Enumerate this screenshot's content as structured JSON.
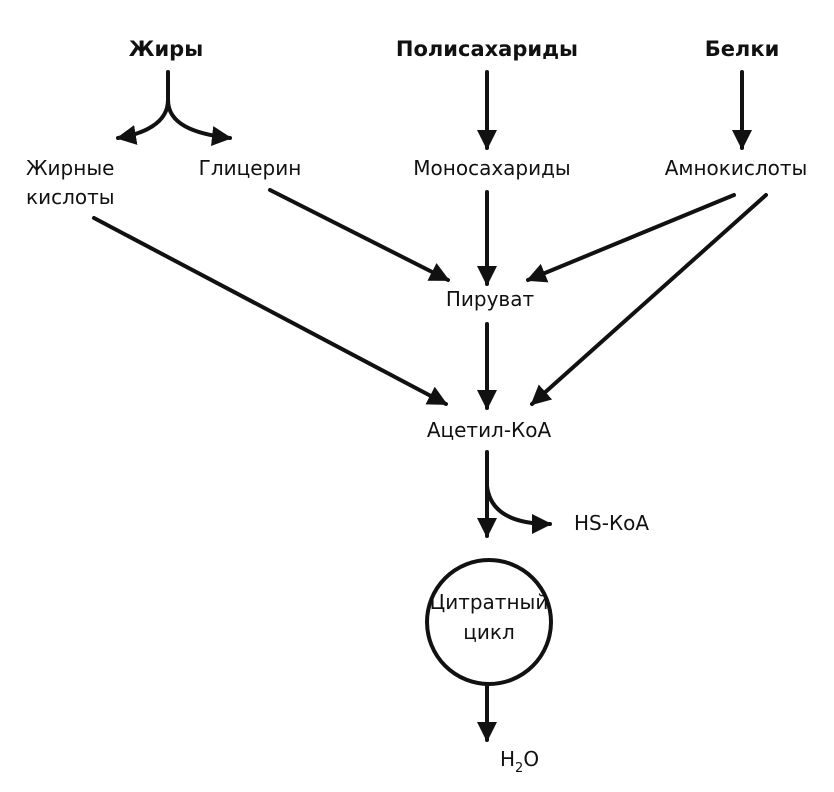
{
  "nodes": {
    "fats": "Жиры",
    "polysaccharides": "Полисахариды",
    "proteins": "Белки",
    "fatty_acids_line1": "Жирные",
    "fatty_acids_line2": "кислоты",
    "glycerol": "Глицерин",
    "monosaccharides": "Моносахариды",
    "amino_acids": "Амнокислоты",
    "pyruvate": "Пируват",
    "acetyl_coa": "Ацетил-КоА",
    "hs_coa": "HS-КоА",
    "citrate_cycle_line1": "Цитратный",
    "citrate_cycle_line2": "цикл",
    "water_h": "H",
    "water_sub": "2",
    "water_o": "O"
  },
  "colors": {
    "ink": "#111111",
    "background": "#ffffff"
  }
}
